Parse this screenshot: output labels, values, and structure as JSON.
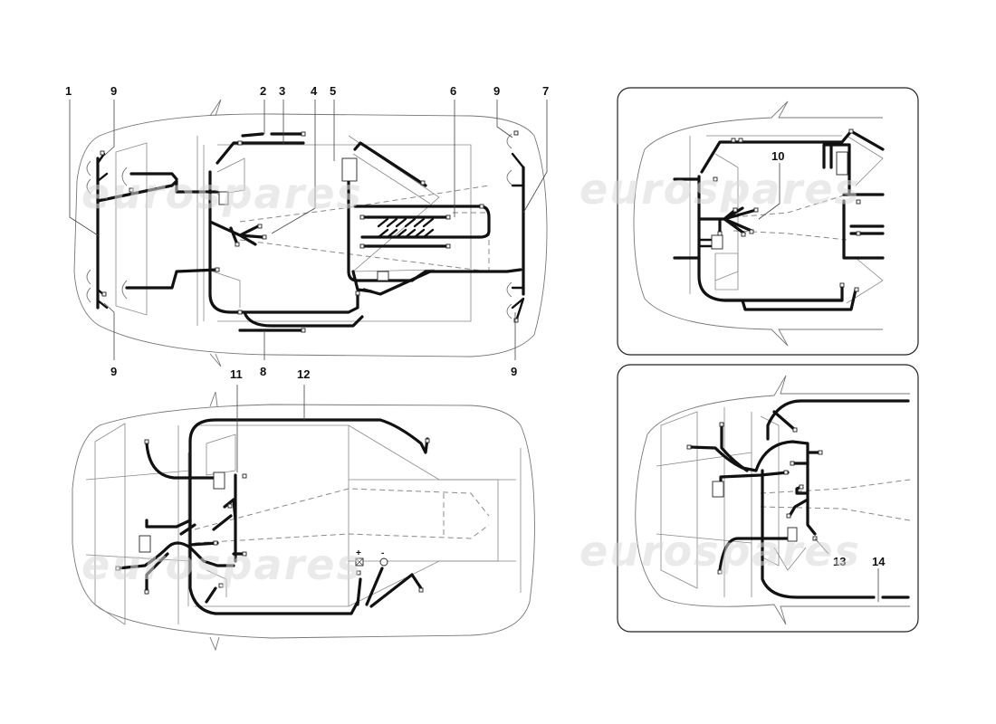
{
  "diagram": {
    "type": "wiring-harness-exploded-view",
    "watermark": "eurospares",
    "views": [
      {
        "id": "main-top-view",
        "callouts": [
          {
            "label": "1",
            "position": "top"
          },
          {
            "label": "9",
            "position": "top"
          },
          {
            "label": "2",
            "position": "top"
          },
          {
            "label": "3",
            "position": "top"
          },
          {
            "label": "4",
            "position": "top"
          },
          {
            "label": "5",
            "position": "top"
          },
          {
            "label": "6",
            "position": "top"
          },
          {
            "label": "9",
            "position": "top"
          },
          {
            "label": "7",
            "position": "top"
          },
          {
            "label": "9",
            "position": "bottom"
          },
          {
            "label": "8",
            "position": "bottom"
          },
          {
            "label": "9",
            "position": "bottom"
          }
        ]
      },
      {
        "id": "lower-left-view",
        "callouts": [
          {
            "label": "11"
          },
          {
            "label": "12"
          }
        ],
        "battery_symbols": {
          "plus": "+",
          "minus": "-"
        }
      },
      {
        "id": "inset-top-right",
        "callouts": [
          {
            "label": "10"
          }
        ]
      },
      {
        "id": "inset-bottom-right",
        "callouts": [
          {
            "label": "13"
          },
          {
            "label": "14"
          }
        ]
      }
    ]
  },
  "colors": {
    "wire": "#111111",
    "outline": "#777777",
    "watermark": "#d9d9d9",
    "background": "#ffffff"
  }
}
